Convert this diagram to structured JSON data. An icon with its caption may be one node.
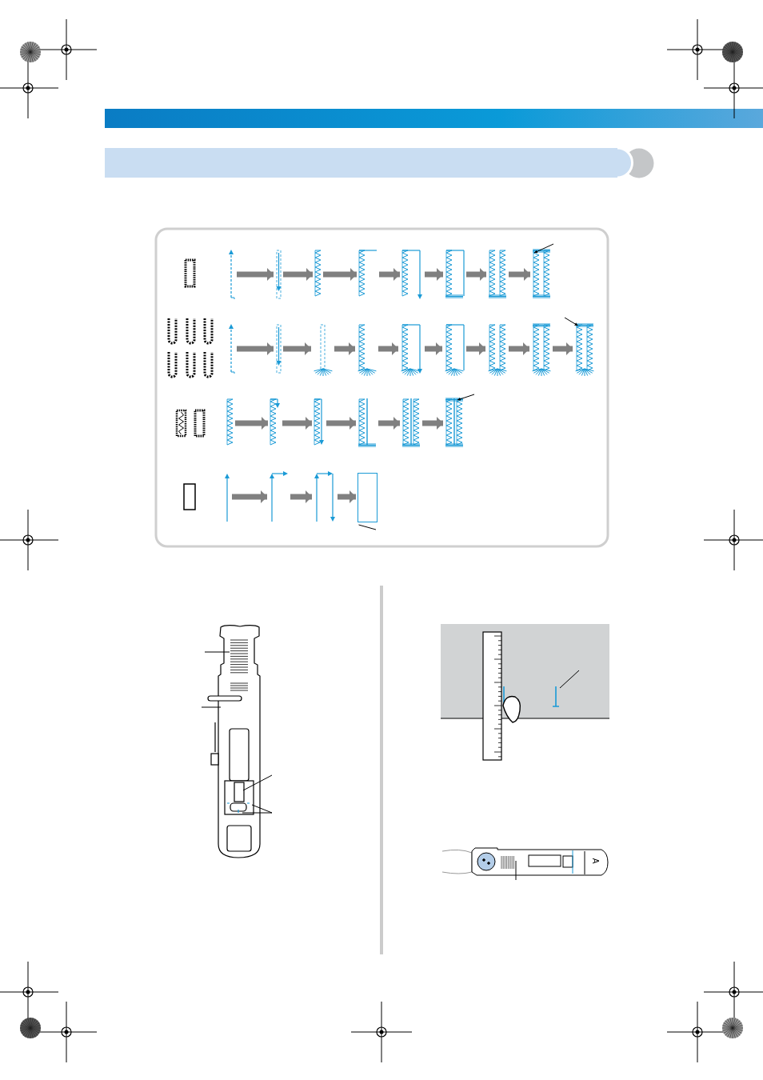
{
  "diagram": {
    "nodes": [
      {
        "text": [],
        "shape": "picture"
      },
      {
        "text": [],
        "shape": "picture"
      },
      {
        "text": [],
        "shape": "picture"
      },
      {
        "text": [],
        "shape": "picture"
      },
      {
        "text": [],
        "shape": "picture"
      },
      {
        "text": [],
        "shape": "picture"
      },
      {
        "text": [],
        "shape": "picture"
      },
      {
        "text": [],
        "shape": "picture"
      },
      {
        "text": [],
        "shape": "picture"
      },
      {
        "text": [],
        "shape": "picture"
      },
      {
        "text": [],
        "shape": "picture"
      },
      {
        "text": [],
        "shape": "picture"
      },
      {
        "text": [],
        "shape": "picture"
      },
      {
        "text": [],
        "shape": "picture"
      },
      {
        "text": [],
        "shape": "picture"
      },
      {
        "text": [],
        "shape": "picture"
      },
      {
        "text": [],
        "shape": "picture"
      },
      {
        "text": [],
        "shape": "picture"
      },
      {
        "text": [],
        "shape": "picture"
      },
      {
        "text": [],
        "shape": "picture"
      },
      {
        "text": [],
        "shape": "picture"
      },
      {
        "text": [],
        "shape": "picture"
      },
      {
        "text": [],
        "shape": "picture"
      },
      {
        "text": [],
        "shape": "picture"
      },
      {
        "text": [],
        "shape": "picture"
      },
      {
        "text": [],
        "shape": "picture"
      },
      {
        "text": [],
        "shape": "box"
      }
    ],
    "edges": [
      {
        "from": 0,
        "to": 1,
        "arrow": "to"
      },
      {
        "from": 1,
        "to": 2,
        "arrow": "to"
      },
      {
        "from": 2,
        "to": 3,
        "arrow": "to"
      },
      {
        "from": 3,
        "to": 4,
        "arrow": "to"
      },
      {
        "from": 4,
        "to": 5,
        "arrow": "to"
      },
      {
        "from": 5,
        "to": 6,
        "arrow": "to"
      },
      {
        "from": 6,
        "to": 7,
        "arrow": "to"
      },
      {
        "from": 8,
        "to": 9,
        "arrow": "to"
      },
      {
        "from": 9,
        "to": 10,
        "arrow": "to"
      },
      {
        "from": 10,
        "to": 11,
        "arrow": "to"
      },
      {
        "from": 11,
        "to": 12,
        "arrow": "to"
      },
      {
        "from": 12,
        "to": 13,
        "arrow": "to"
      },
      {
        "from": 13,
        "to": 14,
        "arrow": "to"
      },
      {
        "from": 14,
        "to": 15,
        "arrow": "to"
      },
      {
        "from": 15,
        "to": 16,
        "arrow": "to"
      },
      {
        "from": 17,
        "to": 18,
        "arrow": "to"
      },
      {
        "from": 18,
        "to": 19,
        "arrow": "to"
      },
      {
        "from": 19,
        "to": 20,
        "arrow": "to"
      },
      {
        "from": 20,
        "to": 21,
        "arrow": "to"
      },
      {
        "from": 21,
        "to": 22,
        "arrow": "to"
      },
      {
        "from": 23,
        "to": 24,
        "arrow": "to"
      },
      {
        "from": 24,
        "to": 25,
        "arrow": "to"
      },
      {
        "from": 25,
        "to": 26,
        "arrow": "to"
      },
      {
        "from": null,
        "to": 7,
        "arrow": "to",
        "color": "#000000"
      },
      {
        "from": null,
        "to": 16,
        "arrow": "to",
        "color": "#000000"
      },
      {
        "from": null,
        "to": 22,
        "arrow": "to",
        "color": "#000000"
      },
      {
        "from": null,
        "to": 26,
        "arrow": "none",
        "color": "#000000"
      }
    ],
    "labels": [
      "A"
    ]
  }
}
